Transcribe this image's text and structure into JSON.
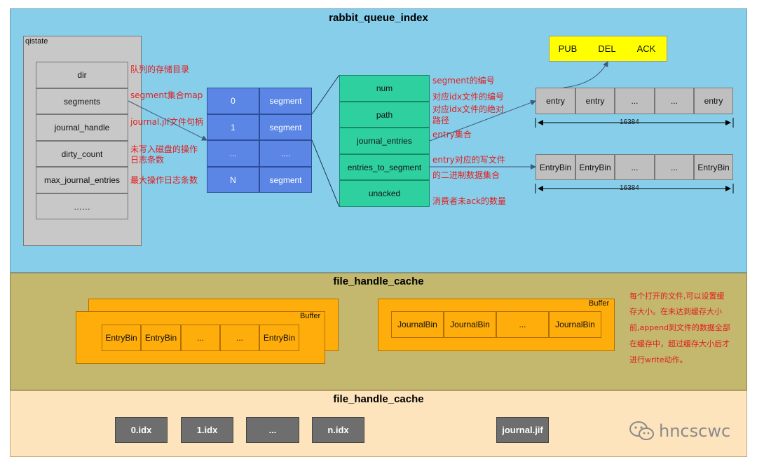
{
  "sections": {
    "top_title": "rabbit_queue_index",
    "middle_title": "file_handle_cache",
    "bottom_title": "file_handle_cache"
  },
  "qistate": {
    "label": "qistate",
    "fields": [
      "dir",
      "segments",
      "journal_handle",
      "dirty_count",
      "max_journal_entries",
      "……"
    ]
  },
  "qistate_notes": [
    "队列的存储目录",
    "segment集合map",
    "journal.jif文件句柄",
    "未写入磁盘的操作",
    "日志条数",
    "最大操作日志条数"
  ],
  "segments_table": {
    "rows": [
      {
        "key": "0",
        "value": "segment"
      },
      {
        "key": "1",
        "value": "segment"
      },
      {
        "key": "...",
        "value": "...."
      },
      {
        "key": "N",
        "value": "segment"
      }
    ]
  },
  "segment_fields": [
    "num",
    "path",
    "journal_entries",
    "entries_to_segment",
    "unacked"
  ],
  "segment_notes": [
    "segment的编号",
    "对应idx文件的编号",
    "对应idx文件的绝对",
    "路径",
    "entry集合",
    "entry对应的写文件",
    "的二进制数据集合",
    "消费者未ack的数量"
  ],
  "pub_box": {
    "items": [
      "PUB",
      "DEL",
      "ACK"
    ]
  },
  "entry_row": {
    "cells": [
      "entry",
      "entry",
      "...",
      "...",
      "entry"
    ],
    "count": "16384"
  },
  "entrybin_row": {
    "cells": [
      "EntryBin",
      "EntryBin",
      "...",
      "...",
      "EntryBin"
    ],
    "count": "16384"
  },
  "buffer_left": {
    "label": "Buffer",
    "cells": [
      "EntryBin",
      "EntryBin",
      "...",
      "...",
      "EntryBin"
    ]
  },
  "buffer_right": {
    "label": "Buffer",
    "cells": [
      "JournalBin",
      "JournalBin",
      "...",
      "JournalBin"
    ]
  },
  "buffer_note": [
    "每个打开的文件,可以设置缓",
    "存大小。在未达到缓存大小",
    "前,append到文件的数据全部",
    "在缓存中，超过缓存大小后才",
    "进行write动作。"
  ],
  "files": [
    "0.idx",
    "1.idx",
    "...",
    "n.idx",
    "journal.jif"
  ],
  "watermark": "hncscwc",
  "colors": {
    "top_bg": "#87ceeb",
    "middle_bg": "#c3b86e",
    "bottom_bg": "#fde4bd"
  }
}
